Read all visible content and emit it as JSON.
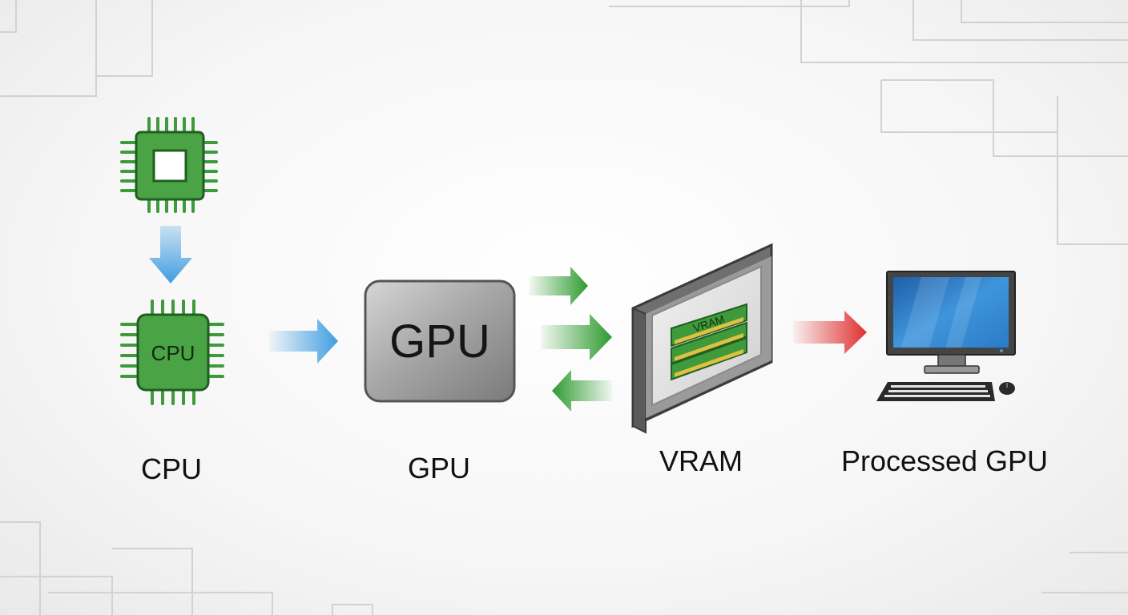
{
  "colors": {
    "chip_green": "#3f9a3c",
    "chip_dark": "#1f5f1f",
    "arrow_blue": "#3f9ee0",
    "arrow_green": "#2f9a2f",
    "arrow_red": "#e03030",
    "gpu_gray": "#8a8a8a",
    "screen_blue": "#2f86d0"
  },
  "nodes": {
    "cpu_chip": {
      "icon": "chip-icon"
    },
    "cpu": {
      "icon": "cpu-chip-icon",
      "chip_text": "CPU",
      "caption": "CPU"
    },
    "gpu": {
      "icon": "gpu-box-icon",
      "box_text": "GPU",
      "caption": "GPU"
    },
    "vram": {
      "icon": "vram-panel-icon",
      "module_text": "VRAM",
      "caption": "VRAM"
    },
    "output": {
      "icon": "computer-icon",
      "caption": "Processed GPU"
    }
  }
}
